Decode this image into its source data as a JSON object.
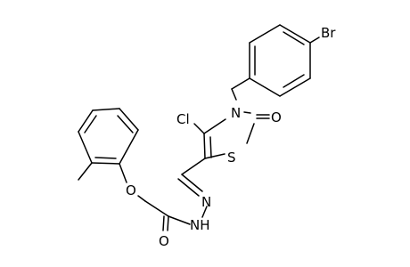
{
  "molecule": {
    "atoms": {
      "br": "Br",
      "cl": "Cl",
      "n_ring": "N",
      "o_keto": "O",
      "s_ring": "S",
      "o_ether": "O",
      "o_amide": "O",
      "n_imine": "N",
      "nh_hydrazide": "NH"
    }
  }
}
